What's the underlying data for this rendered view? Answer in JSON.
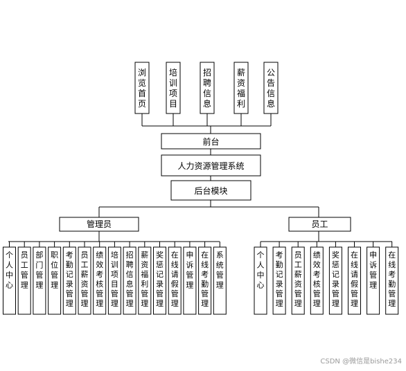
{
  "front_modules": [
    "浏览首页",
    "培训项目",
    "招聘信息",
    "薪资福利",
    "公告信息"
  ],
  "front_label": "前台",
  "system_label": "人力资源管理系统",
  "back_label": "后台模块",
  "admin": {
    "label": "管理员",
    "modules": [
      "个人中心",
      "员工管理",
      "部门管理",
      "职位管理",
      "考勤记录管理",
      "员工薪资管理",
      "绩效考核管理",
      "培训项目管理",
      "招聘信息管理",
      "薪资福利管理",
      "奖惩记录管理",
      "在线请假管理",
      "申诉管理",
      "在线考勤管理",
      "系统管理"
    ]
  },
  "employee": {
    "label": "员工",
    "modules": [
      "个人中心",
      "考勤记录管理",
      "员工薪资管理",
      "绩效考核管理",
      "奖惩记录管理",
      "在线请假管理",
      "申诉管理",
      "在线考勤管理"
    ]
  },
  "watermark": "CSDN @微信是bishe234"
}
